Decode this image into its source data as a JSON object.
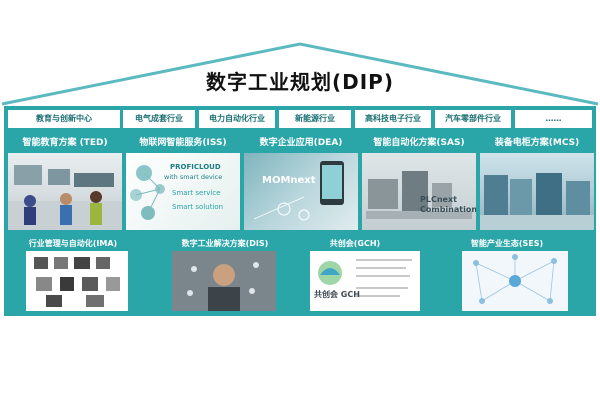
{
  "title": "数字工业规划(DIP)",
  "industries": [
    "教育与创新中心",
    "电气成套行业",
    "电力自动化行业",
    "新能源行业",
    "高科技电子行业",
    "汽车零部件行业",
    "……"
  ],
  "middle_panels": [
    {
      "title": "智能教育方案 (TED)"
    },
    {
      "title": "物联网智能服务(ISS)",
      "img_lines": [
        "PROFICLOUD",
        "with smart device",
        "Smart service",
        "Smart solution"
      ]
    },
    {
      "title": "数字企业应用(DEA)",
      "img_text": "MOMnext"
    },
    {
      "title": "智能自动化方案(SAS)",
      "img_text": "PLCnext Combinations"
    },
    {
      "title": "装备电柜方案(MCS)"
    }
  ],
  "bottom_panels": [
    {
      "title": "行业管理与自动化(IMA)"
    },
    {
      "title": "数字工业解决方案(DIS)"
    },
    {
      "title": "共创会(GCH)",
      "logo_text": "共创会 GCH"
    },
    {
      "title": "智能产业生态(SES)"
    }
  ],
  "colors": {
    "teal": "#2aa5a8",
    "roof_line": "#5bb9c0",
    "text_dark": "#1b6f72"
  }
}
